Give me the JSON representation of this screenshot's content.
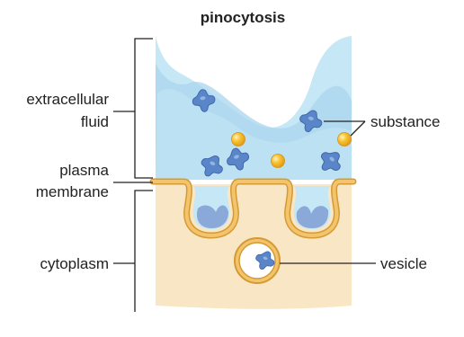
{
  "title": "pinocytosis",
  "labels": {
    "extracellular_line1": "extracellular",
    "extracellular_line2": "fluid",
    "plasma_line1": "plasma",
    "plasma_line2": "membrane",
    "cytoplasm": "cytoplasm",
    "substance": "substance",
    "vesicle": "vesicle"
  },
  "colors": {
    "extracellular_fluid": "#c6e7f5",
    "fluid_wave": "#a9d6ef",
    "cytoplasm": "#f8e6c4",
    "membrane_outline": "#d49a34",
    "membrane_fill": "#f4c46c",
    "pocket_fill": "#8aa8d8",
    "molecule_blue": "#5a86c9",
    "particle_orange": "#f5ad1d",
    "line": "#222222"
  },
  "icons": {
    "molecule": "blue-cross-molecule-icon",
    "particle": "orange-sphere-icon"
  }
}
